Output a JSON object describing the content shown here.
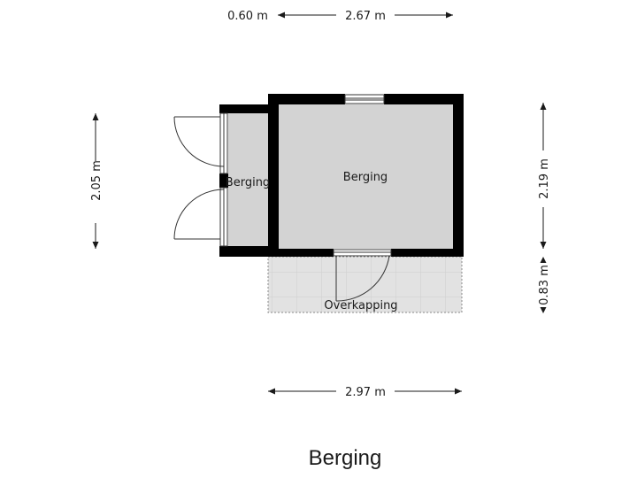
{
  "title": "Berging",
  "rooms": {
    "main": "Berging",
    "side": "Berging",
    "porch": "Overkapping"
  },
  "dimensions": {
    "top_left": "0.60 m",
    "top_right": "2.67 m",
    "left": "2.05 m",
    "right_upper": "2.19 m",
    "right_lower": "0.83 m",
    "bottom": "2.97 m"
  },
  "colors": {
    "wall": "#000000",
    "room_fill": "#d3d3d3",
    "porch_fill": "#e2e2e2",
    "dimension_line": "#1a1a1a"
  }
}
